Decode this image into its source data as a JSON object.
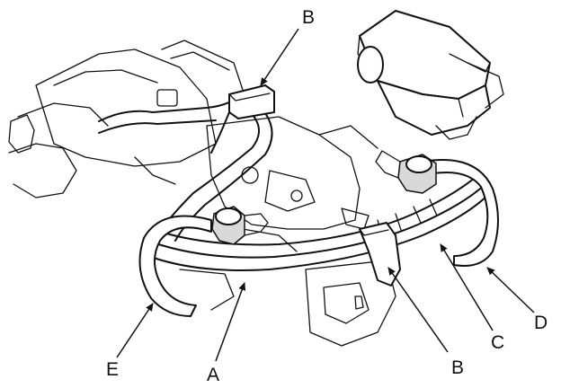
{
  "callouts": {
    "b_top": "B",
    "b_bottom": "B",
    "c": "C",
    "d": "D",
    "e": "E",
    "a": "A"
  }
}
